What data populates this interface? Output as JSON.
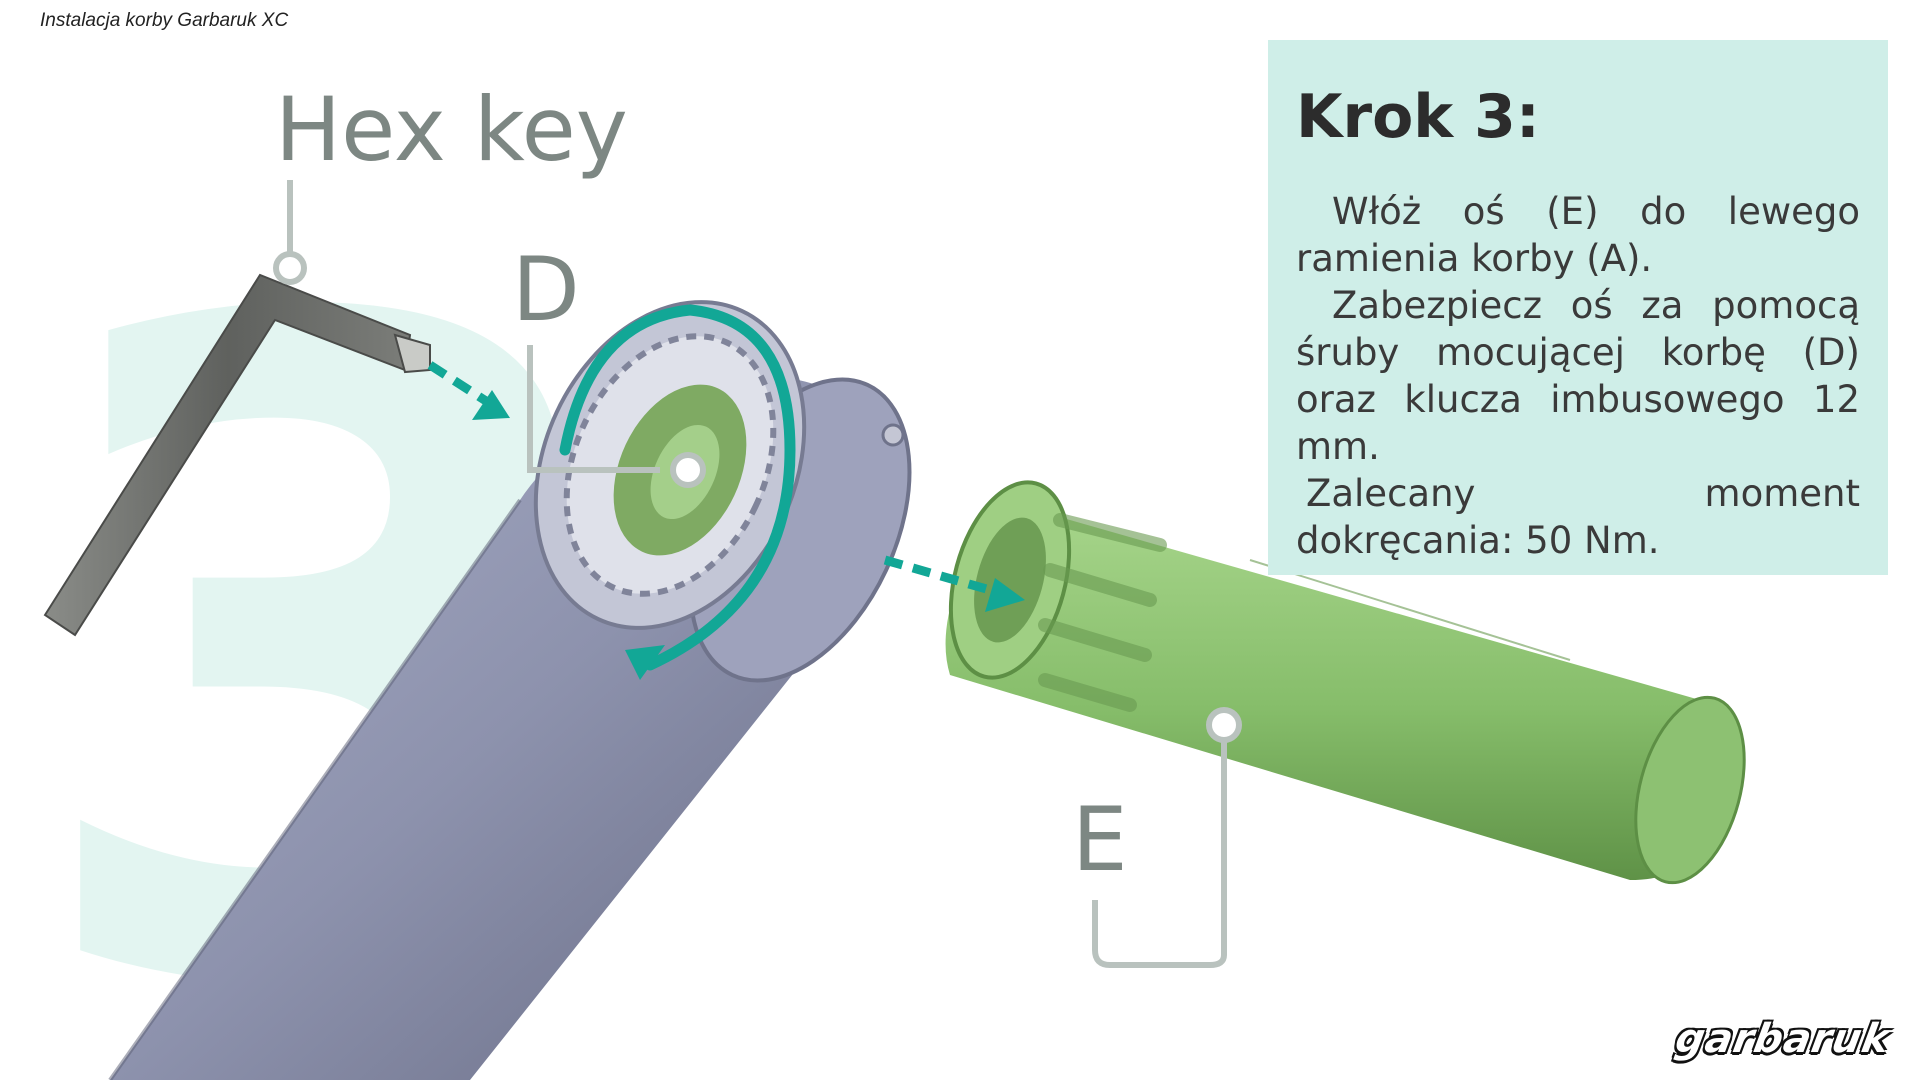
{
  "header": {
    "title": "Instalacja korby Garbaruk XC"
  },
  "background": {
    "step_numeral": "3"
  },
  "labels": {
    "hex_key": "Hex key",
    "d": "D",
    "e": "E"
  },
  "step": {
    "title": "Krok 3:",
    "paragraphs": [
      "Włóż oś (E) do lewego ramienia korby (A).",
      "Zabezpiecz oś za pomocą śruby mocującej korbę (D) oraz klucza imbusowego 12 mm.",
      "Zalecany moment dokręcania: 50 Nm."
    ]
  },
  "brand": {
    "logo_text": "garbaruk"
  },
  "colors": {
    "accent_arrow": "#12a796",
    "panel_bg": "#cfeee8",
    "label_gray": "#7d8783",
    "crank_gray": "#8a8ea8",
    "axle_green": "#86bd6a",
    "hexkey_gray": "#6e706d"
  },
  "icons": {
    "rotation_arrow": "curved-arrow-icon",
    "insert_arrows": "dashed-arrow-icon"
  }
}
